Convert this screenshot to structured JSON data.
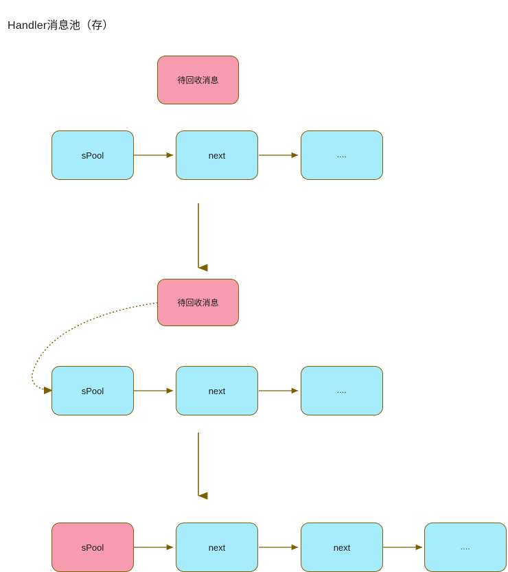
{
  "diagram": {
    "title": "Handler消息池（存）",
    "colors": {
      "blue_fill": "#a6ecfc",
      "pink_fill": "#f79bae",
      "stroke": "#7f6000",
      "text": "#1a1a1a",
      "background": "#ffffff"
    },
    "stages": [
      {
        "name": "stage-1",
        "pending_message": {
          "label": "待回收消息"
        },
        "chain": [
          {
            "label": "sPool",
            "kind": "blue"
          },
          {
            "label": "next",
            "kind": "blue"
          },
          {
            "label": "....",
            "kind": "blue"
          }
        ]
      },
      {
        "name": "stage-2",
        "pending_message": {
          "label": "待回收消息"
        },
        "chain": [
          {
            "label": "sPool",
            "kind": "blue"
          },
          {
            "label": "next",
            "kind": "blue"
          },
          {
            "label": "....",
            "kind": "blue"
          }
        ]
      },
      {
        "name": "stage-3",
        "chain": [
          {
            "label": "sPool",
            "kind": "pink"
          },
          {
            "label": "next",
            "kind": "blue"
          },
          {
            "label": "next",
            "kind": "blue"
          },
          {
            "label": "....",
            "kind": "blue"
          }
        ]
      }
    ]
  }
}
